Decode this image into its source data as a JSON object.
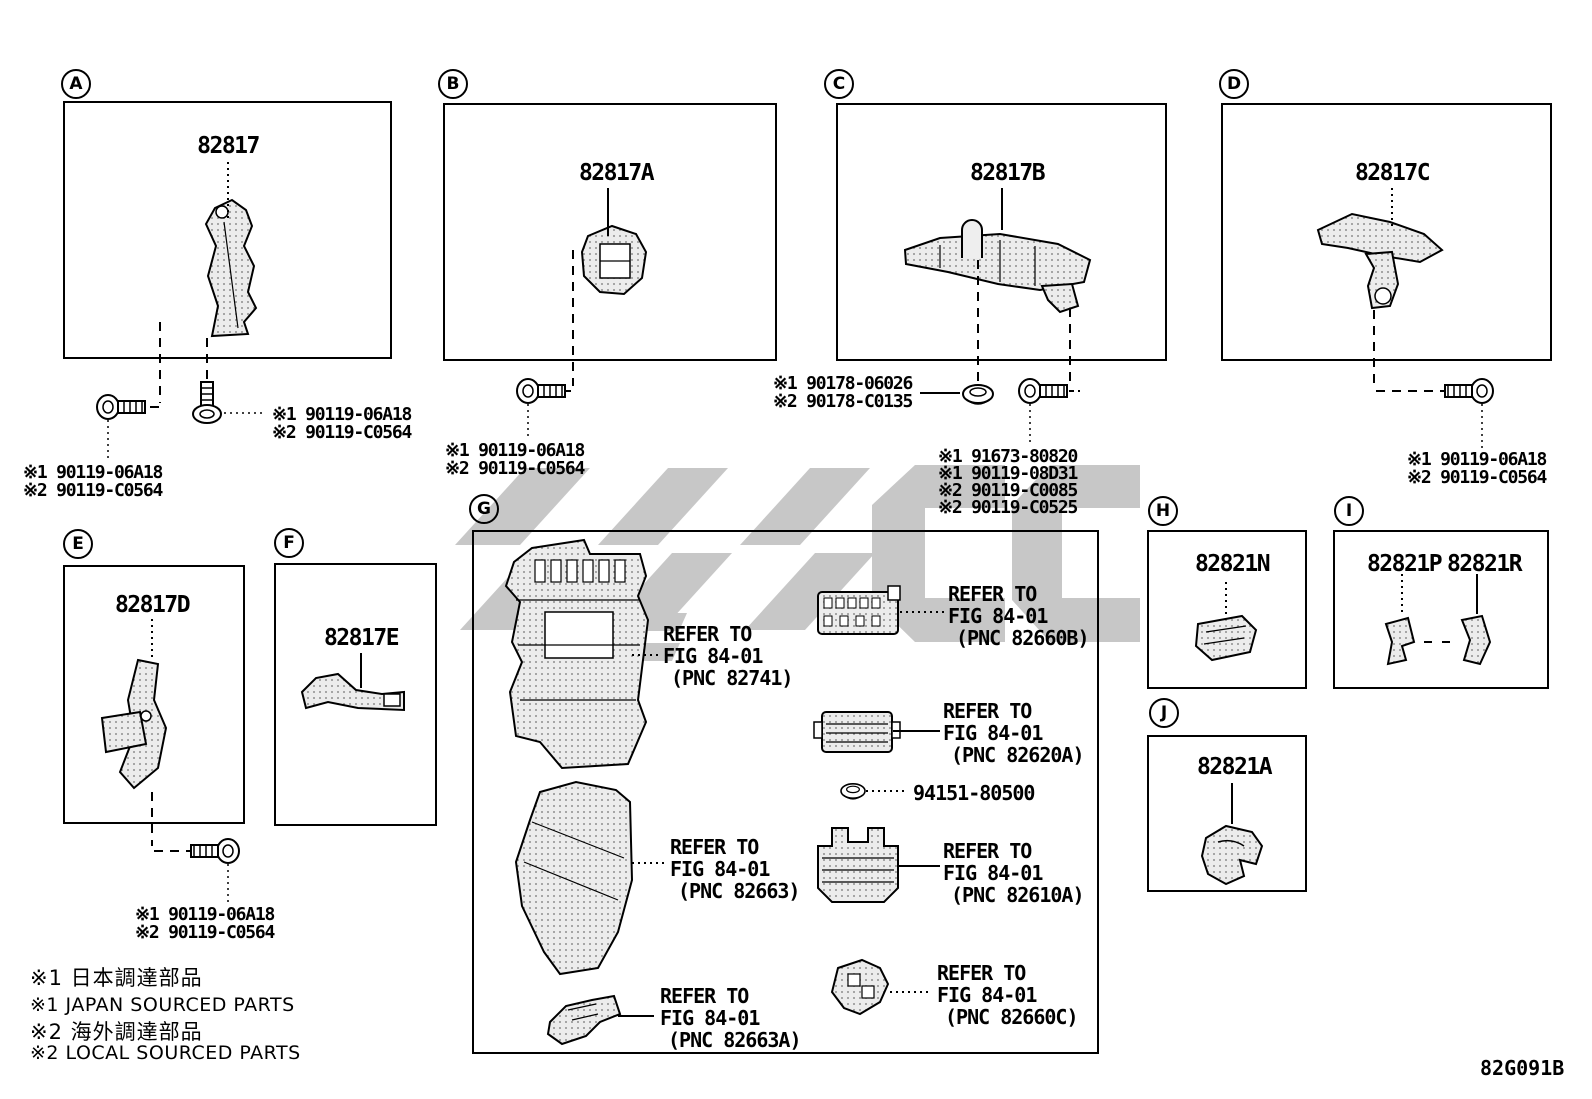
{
  "diagram_code": "82G091B",
  "refer_to": {
    "l1": "REFER TO",
    "l2": "FIG 84-01"
  },
  "legend": {
    "line1": "※1 日本調達部品",
    "line2": "※1 JAPAN SOURCED PARTS",
    "line3": "※2 海外調達部品",
    "line4": "※2 LOCAL SOURCED PARTS"
  },
  "watermark_color": "#c7c7c7",
  "sections": {
    "a": {
      "letter": "A",
      "part_number": "82817",
      "fastener_bottom": {
        "l1": "※1 90119-06A18",
        "l2": "※2 90119-C0564"
      },
      "fastener_right": {
        "l1": "※1 90119-06A18",
        "l2": "※2 90119-C0564"
      }
    },
    "b": {
      "letter": "B",
      "part_number": "82817A",
      "fastener": {
        "l1": "※1 90119-06A18",
        "l2": "※2 90119-C0564"
      }
    },
    "c": {
      "letter": "C",
      "part_number": "82817B",
      "fastener_left": {
        "l1": "※1 90178-06026",
        "l2": "※2 90178-C0135"
      },
      "fastener_right": {
        "l1": "※1 91673-80820",
        "l2": "※1 90119-08D31",
        "l3": "※2 90119-C0085",
        "l4": "※2 90119-C0525"
      }
    },
    "d": {
      "letter": "D",
      "part_number": "82817C",
      "fastener": {
        "l1": "※1 90119-06A18",
        "l2": "※2 90119-C0564"
      }
    },
    "e": {
      "letter": "E",
      "part_number": "82817D",
      "fastener": {
        "l1": "※1 90119-06A18",
        "l2": "※2 90119-C0564"
      }
    },
    "f": {
      "letter": "F",
      "part_number": "82817E"
    },
    "g": {
      "letter": "G",
      "ref_82741": {
        "pnc": "(PNC 82741)"
      },
      "ref_82660b": {
        "pnc": "(PNC 82660B)"
      },
      "ref_82620a": {
        "pnc": "(PNC 82620A)"
      },
      "clip_part": "94151-80500",
      "ref_82610a": {
        "pnc": "(PNC 82610A)"
      },
      "ref_82663": {
        "pnc": "(PNC 82663)"
      },
      "ref_82663a": {
        "pnc": "(PNC 82663A)"
      },
      "ref_82660c": {
        "pnc": "(PNC 82660C)"
      }
    },
    "h": {
      "letter": "H",
      "part_number": "82821N"
    },
    "i": {
      "letter": "I",
      "part_number_left": "82821P",
      "part_number_right": "82821R"
    },
    "j": {
      "letter": "J",
      "part_number": "82821A"
    }
  }
}
